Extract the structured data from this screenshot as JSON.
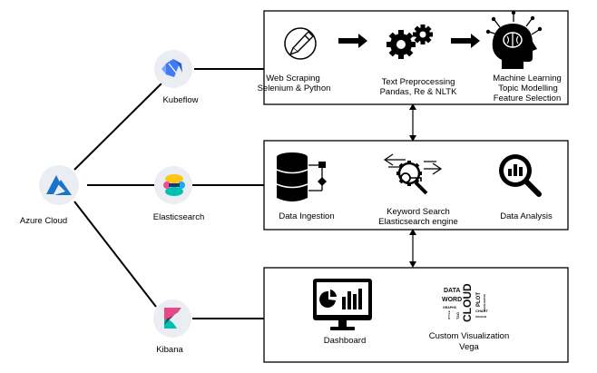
{
  "nodes": {
    "azure": "Azure Cloud",
    "kubeflow": "Kubeflow",
    "elasticsearch": "Elasticsearch",
    "kibana": "Kibana"
  },
  "pipeline_box": {
    "step1": [
      "Web Scraping",
      "Selenium & Python"
    ],
    "step2": [
      "Text Preprocessing",
      "Pandas, Re & NLTK"
    ],
    "step3": [
      "Machine Learning",
      "Topic Modelling",
      "Feature Selection"
    ]
  },
  "elastic_box": {
    "step1": "Data Ingestion",
    "step2": [
      "Keyword Search",
      "Elasticsearch engine"
    ],
    "step3": "Data Analysis"
  },
  "kibana_box": {
    "step1": "Dashboard",
    "step2": [
      "Custom Visualization",
      "Vega"
    ],
    "wordcloud": [
      "DATA",
      "WORD",
      "CLOUD",
      "PLOT",
      "GRAPHS",
      "TAG",
      "CHART",
      "VISUALIZATION",
      "DIAGRAM",
      "STYLE"
    ]
  },
  "colors": {
    "azure_blue": "#1a73c8",
    "kubeflow_blue": "#4279f4",
    "elastic_yellow": "#fec514",
    "elastic_pink": "#f04e98",
    "elastic_teal": "#00bfb3",
    "elastic_blue": "#1ba9f5",
    "kibana_pink": "#e8478b",
    "kibana_teal": "#00bfb3",
    "circle_bg": "#eaeef2"
  }
}
